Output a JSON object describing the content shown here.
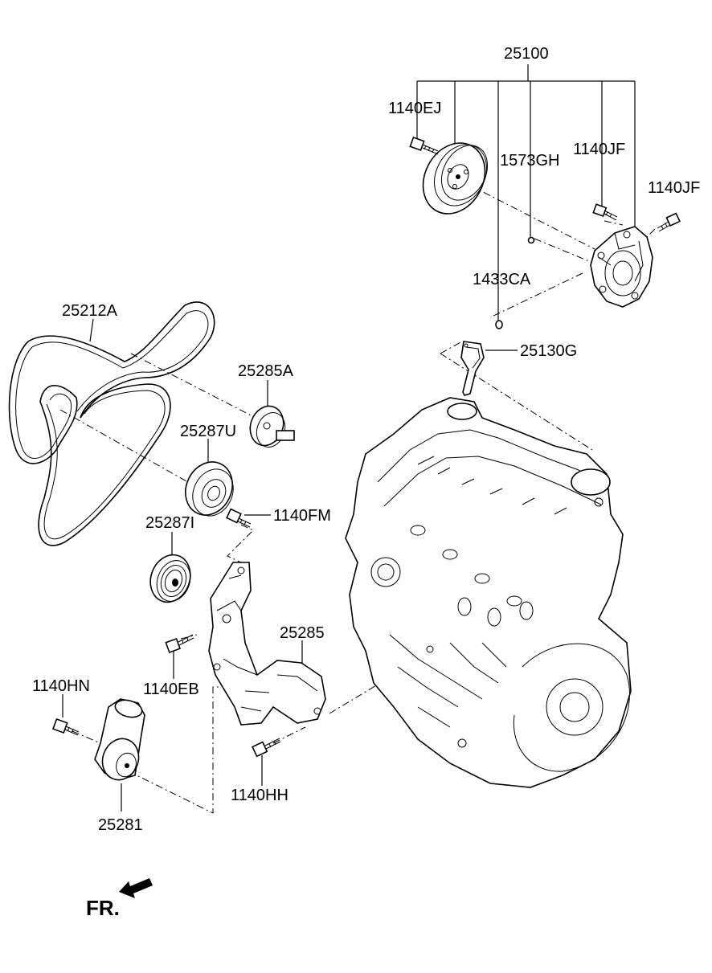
{
  "labels": {
    "p25100": "25100",
    "p1140EJ": "1140EJ",
    "p1573GH": "1573GH",
    "p1140JF_a": "1140JF",
    "p1140JF_b": "1140JF",
    "p1433CA": "1433CA",
    "p25130G": "25130G",
    "p25212A": "25212A",
    "p25285A": "25285A",
    "p25287U": "25287U",
    "p1140FM": "1140FM",
    "p25287I": "25287I",
    "p25285": "25285",
    "p1140HN": "1140HN",
    "p1140EB": "1140EB",
    "p1140HH": "1140HH",
    "p25281": "25281"
  },
  "direction_marker": {
    "text": "FR.",
    "icon": "arrow-icon"
  },
  "colors": {
    "line": "#000000",
    "background": "#ffffff"
  }
}
